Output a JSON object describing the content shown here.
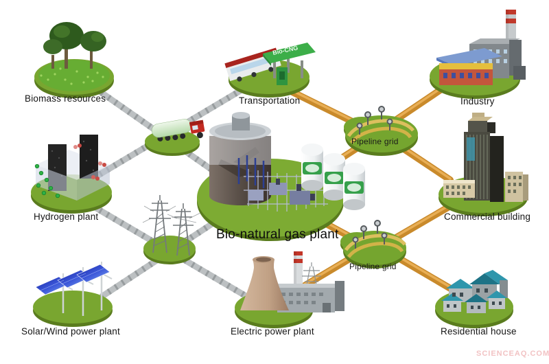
{
  "watermark": "SCIENCEAQ.COM",
  "station_sign": "Bio-CNG",
  "nodes": {
    "biomass": {
      "label": "Biomass resources"
    },
    "transportation": {
      "label": "Transportation"
    },
    "industry": {
      "label": "Industry"
    },
    "hydrogen": {
      "label": "Hydrogen plant"
    },
    "gas_plant": {
      "label": "Bio-natural gas plant"
    },
    "pipeline_grid_top": {
      "label": "Pipeline grid"
    },
    "commercial": {
      "label": "Commercial building"
    },
    "solar_wind": {
      "label": "Solar/Wind power plant"
    },
    "electric": {
      "label": "Electric power plant"
    },
    "pipeline_grid_bottom": {
      "label": "Pipeline grid"
    },
    "residential": {
      "label": "Residential house"
    }
  },
  "junctions": [
    "truck_transfer",
    "power_towers"
  ],
  "connections": {
    "roads": [
      {
        "from": "biomass",
        "to": "gas_plant",
        "via": "truck_transfer"
      },
      {
        "from": "hydrogen",
        "to": "transportation",
        "via": "truck_transfer"
      },
      {
        "from": "hydrogen",
        "to": "electric",
        "via": "power_towers"
      },
      {
        "from": "solar_wind",
        "to": "gas_plant",
        "via": "power_towers"
      }
    ],
    "pipes": [
      {
        "from": "transportation",
        "to": "pipeline_grid_top"
      },
      {
        "from": "pipeline_grid_top",
        "to": "industry"
      },
      {
        "from": "gas_plant",
        "to": "pipeline_grid_top"
      },
      {
        "from": "pipeline_grid_top",
        "to": "commercial"
      },
      {
        "from": "gas_plant",
        "to": "pipeline_grid_bottom"
      },
      {
        "from": "pipeline_grid_bottom",
        "to": "commercial"
      },
      {
        "from": "electric",
        "to": "pipeline_grid_bottom"
      },
      {
        "from": "pipeline_grid_bottom",
        "to": "residential"
      }
    ]
  },
  "colors": {
    "platform_green": "#78a82e",
    "platform_rim": "#5a7c1e",
    "road_gray": "#bcc0c2",
    "pipe_orange": "#c98a2b",
    "grid_pipe_yellow": "#dcbf5e",
    "label_text": "#141414",
    "watermark_pink": "#f2c3c4"
  }
}
